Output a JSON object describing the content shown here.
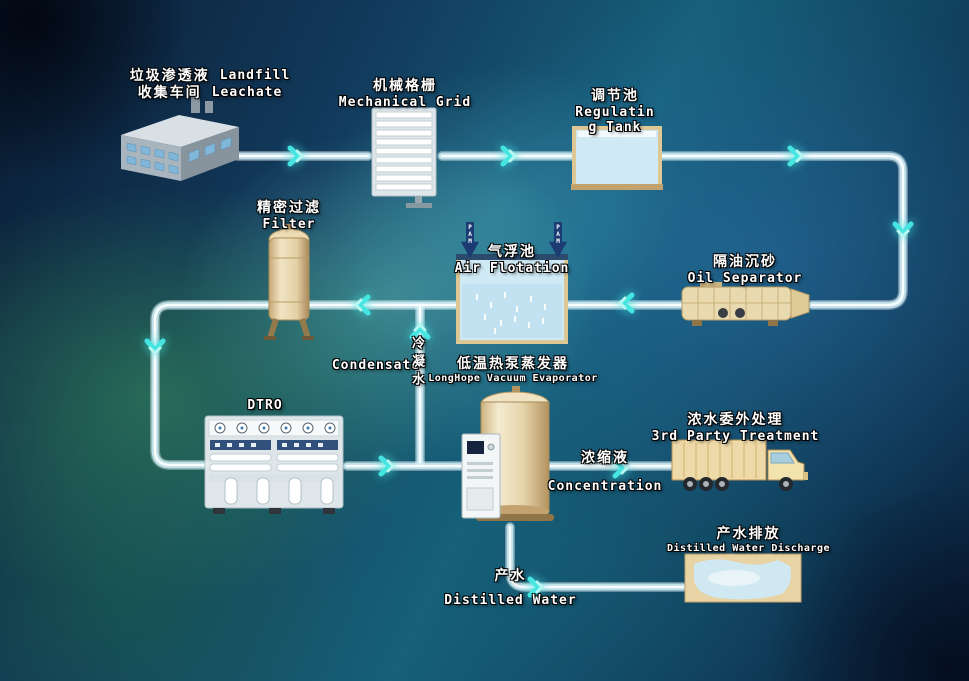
{
  "colors": {
    "pipe": "#d6eef6",
    "chevron": "#45e6e2",
    "pam_arrow": "#1c3b72",
    "equipment_beige": "#e9d9ae",
    "water": "#cfe9f5",
    "label_text": "#ffffff"
  },
  "nodes": {
    "factory": {
      "zh1": "垃圾渗透液",
      "en1": "Landfill",
      "zh2": "收集车间",
      "en2": "Leachate"
    },
    "mechanical_grid": {
      "zh": "机械格栅",
      "en": "Mechanical Grid"
    },
    "regulating_tank": {
      "zh": "调节池",
      "en": "Regulating Tank"
    },
    "oil_separator": {
      "zh": "隔油沉砂",
      "en": "Oil Separator"
    },
    "air_flotation": {
      "zh": "气浮池",
      "en": "Air Flotation"
    },
    "filter": {
      "zh": "精密过滤",
      "en": "Filter"
    },
    "dtro": {
      "en": "DTRO"
    },
    "evaporator": {
      "zh": "低温热泵蒸发器",
      "en": "LongHope Vacuum Evaporator"
    },
    "third_party": {
      "zh": "浓水委外处理",
      "en": "3rd Party Treatment"
    },
    "discharge": {
      "zh": "产水排放",
      "en": "Distilled Water Discharge"
    }
  },
  "streams": {
    "pam": "PAM",
    "condensate": {
      "en": "Condensate",
      "zh": "冷凝水"
    },
    "concentration": {
      "zh": "浓缩液",
      "en": "Concentration"
    },
    "distilled": {
      "zh": "产水",
      "en": "Distilled Water"
    }
  }
}
